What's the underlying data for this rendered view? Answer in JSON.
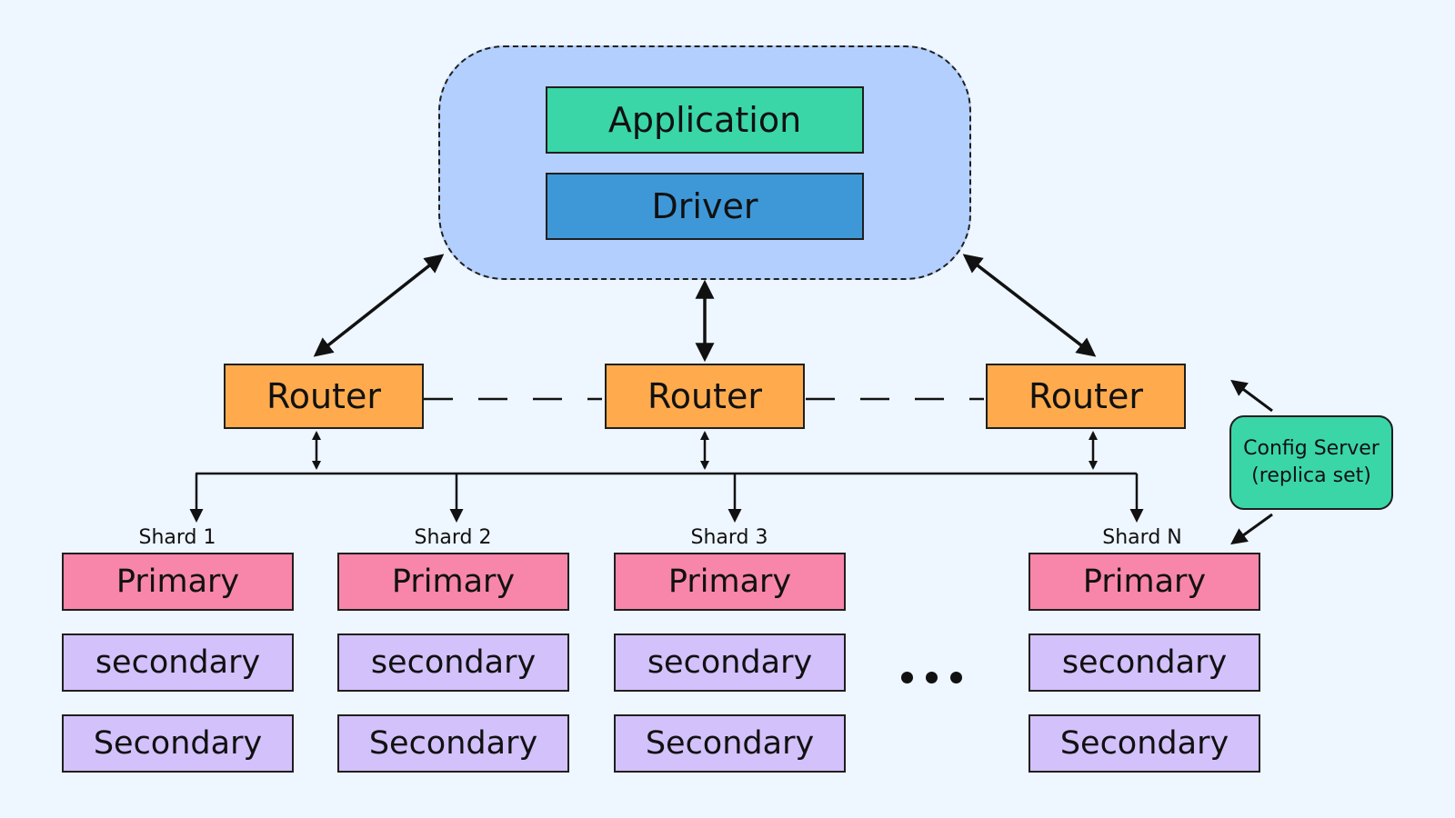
{
  "top": {
    "application": "Application",
    "driver": "Driver"
  },
  "routers": [
    "Router",
    "Router",
    "Router"
  ],
  "shards": [
    {
      "label": "Shard 1",
      "primary": "Primary",
      "secondary_1": "secondary",
      "secondary_2": "Secondary"
    },
    {
      "label": "Shard 2",
      "primary": "Primary",
      "secondary_1": "secondary",
      "secondary_2": "Secondary"
    },
    {
      "label": "Shard 3",
      "primary": "Primary",
      "secondary_1": "secondary",
      "secondary_2": "Secondary"
    },
    {
      "label": "Shard N",
      "primary": "Primary",
      "secondary_1": "secondary",
      "secondary_2": "Secondary"
    }
  ],
  "config_server": {
    "line1": "Config Server",
    "line2": "(replica set)"
  },
  "colors": {
    "background": "#eef6ff",
    "cloud": "#b3cffd",
    "application": "#3ad6a8",
    "driver": "#3e98d8",
    "router": "#ffab4d",
    "primary": "#f786aa",
    "secondary": "#d3c1fb",
    "config_server": "#3ad6a8"
  }
}
